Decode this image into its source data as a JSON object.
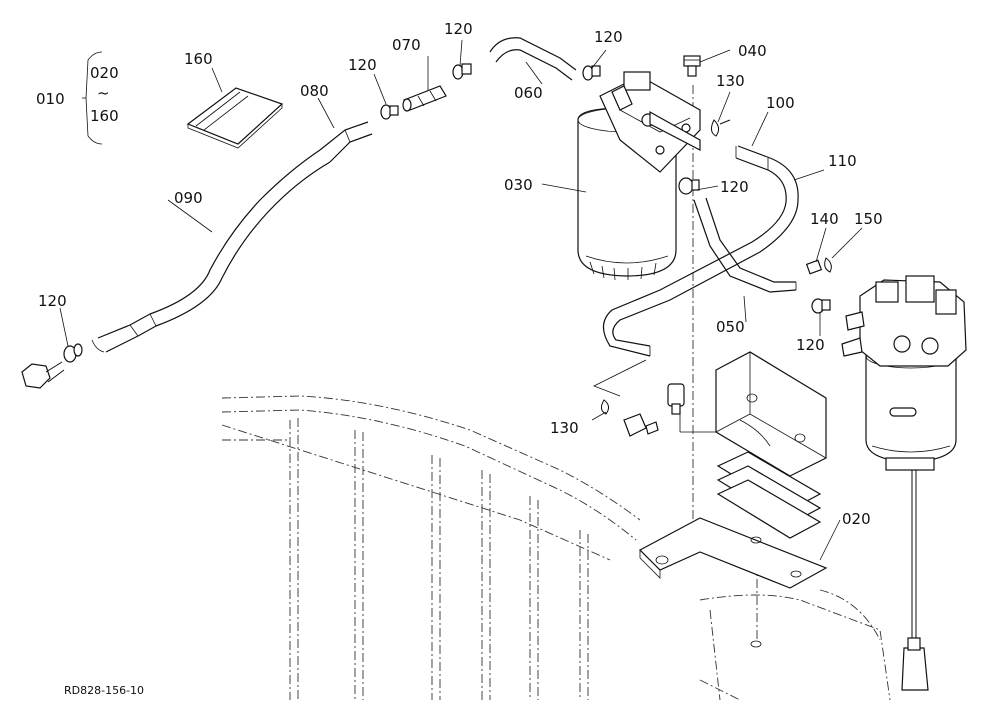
{
  "diagram": {
    "assembly": {
      "main": "010",
      "range_start": "020",
      "tilde": "~",
      "range_end": "160"
    },
    "callouts": [
      "160",
      "080",
      "120",
      "070",
      "120",
      "060",
      "120",
      "040",
      "130",
      "100",
      "110",
      "030",
      "120",
      "090",
      "140",
      "150",
      "120",
      "050",
      "120",
      "130",
      "020"
    ],
    "drawing_code": "RD828-156-10",
    "line_color": "#111111",
    "background": "#ffffff"
  }
}
